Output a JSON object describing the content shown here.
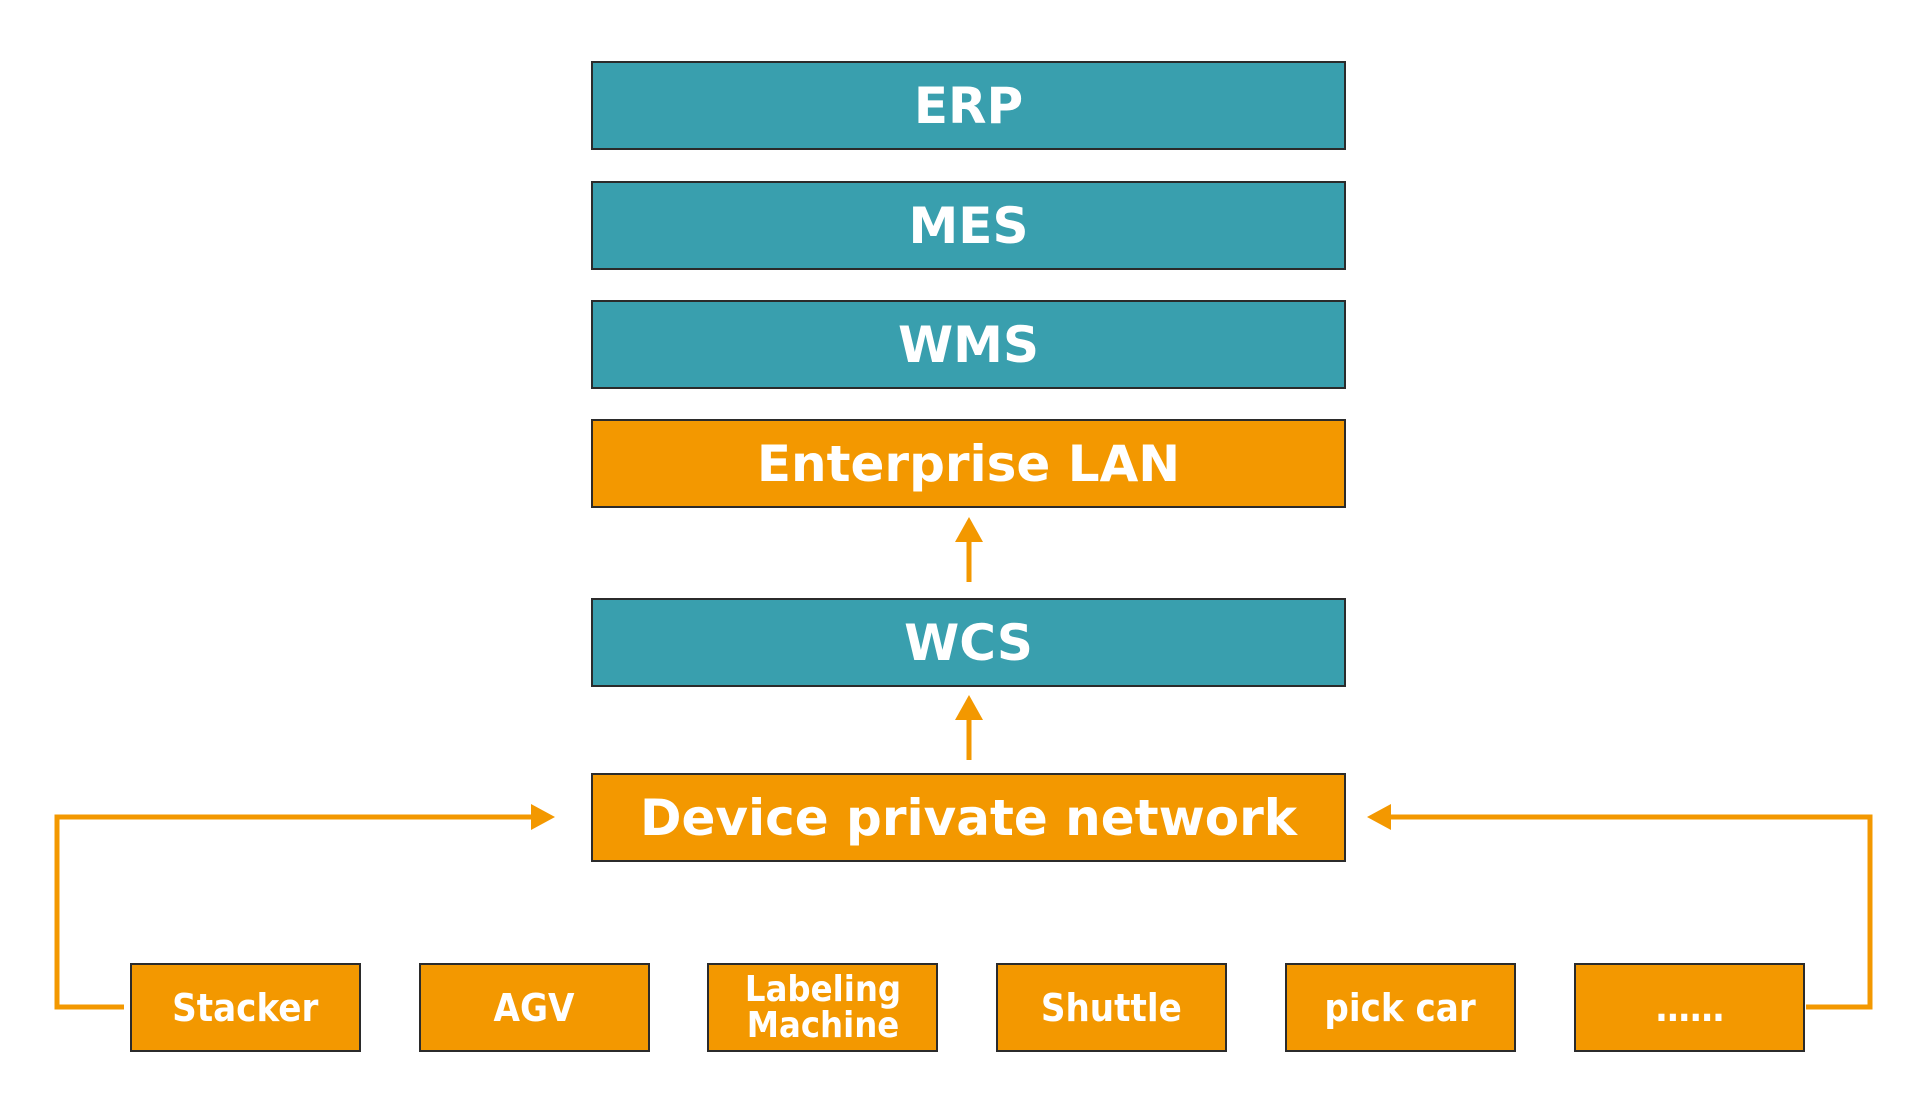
{
  "layers": {
    "erp": "ERP",
    "mes": "MES",
    "wms": "WMS",
    "enterprise_lan": "Enterprise LAN",
    "wcs": "WCS",
    "device_private_network": "Device private network"
  },
  "devices": [
    {
      "label": "Stacker"
    },
    {
      "label": "AGV"
    },
    {
      "label": "Labeling Machine"
    },
    {
      "label": "Shuttle"
    },
    {
      "label": "pick car"
    },
    {
      "label": "……"
    }
  ],
  "colors": {
    "teal": "#399fae",
    "orange": "#f39800",
    "border": "#2b2b2b",
    "text": "#ffffff",
    "connector": "#f39800"
  }
}
